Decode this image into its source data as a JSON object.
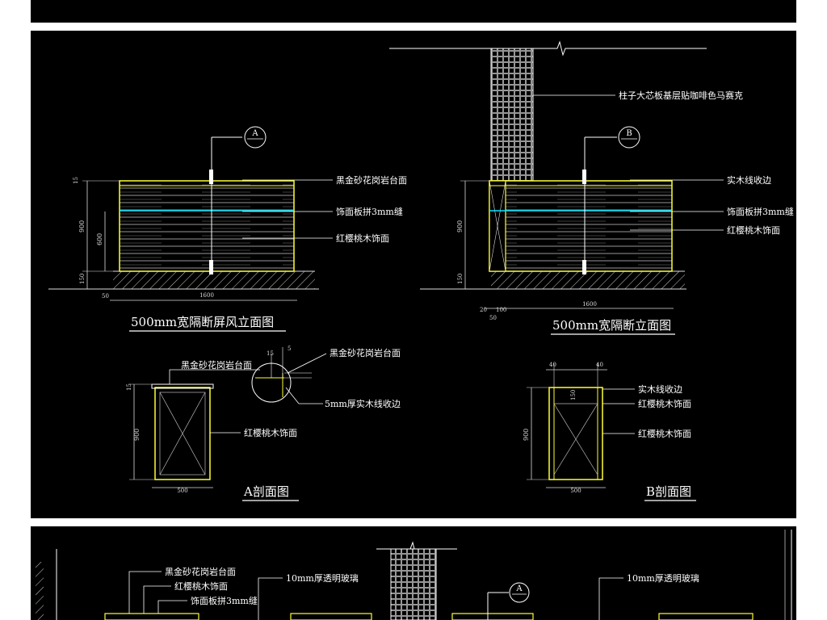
{
  "colors": {
    "background": "#000000",
    "frame": "#ffffff",
    "outline": "#ffff33",
    "cyan": "#00e5ff",
    "text": "#ffffff",
    "dimension": "#dddddd"
  },
  "top": {
    "left_drawing": {
      "title": "500mm宽隔断屏风立面图",
      "section_marker": "A",
      "callouts": [
        "黑金砂花岗岩台面",
        "饰面板拼3mm缝",
        "红樱桃木饰面"
      ],
      "dims": {
        "width": "1600",
        "top": "15",
        "height": "900",
        "inner": "600",
        "base": "150",
        "offset": "50"
      }
    },
    "right_drawing": {
      "title": "500mm宽隔断立面图",
      "section_marker": "B",
      "callouts": [
        "柱子大芯板基层贴咖啡色马赛克",
        "实木线收边",
        "饰面板拼3mm缝",
        "红樱桃木饰面"
      ],
      "dims": {
        "width": "1600",
        "height": "900",
        "base": "150",
        "a": "20",
        "b": "100",
        "c": "50"
      }
    },
    "section_a": {
      "title": "A剖面图",
      "callouts": [
        "黑金砂花岗岩台面",
        "黑金砂花岗岩台面",
        "红樱桃木饰面",
        "5mm厚实木线收边"
      ],
      "dims": {
        "width": "500",
        "height": "900",
        "top": "15",
        "d1": "15",
        "d2": "5"
      }
    },
    "section_b": {
      "title": "B剖面图",
      "callouts": [
        "实木线收边",
        "红樱桃木饰面",
        "红樱桃木饰面"
      ],
      "dims": {
        "width": "500",
        "height": "900",
        "left": "40",
        "right": "40",
        "inner": "150"
      }
    }
  },
  "bottom": {
    "callouts": [
      "黑金砂花岗岩台面",
      "红樱桃木饰面",
      "饰面板拼3mm缝",
      "10mm厚透明玻璃",
      "10mm厚透明玻璃"
    ],
    "section_marker": "A"
  }
}
